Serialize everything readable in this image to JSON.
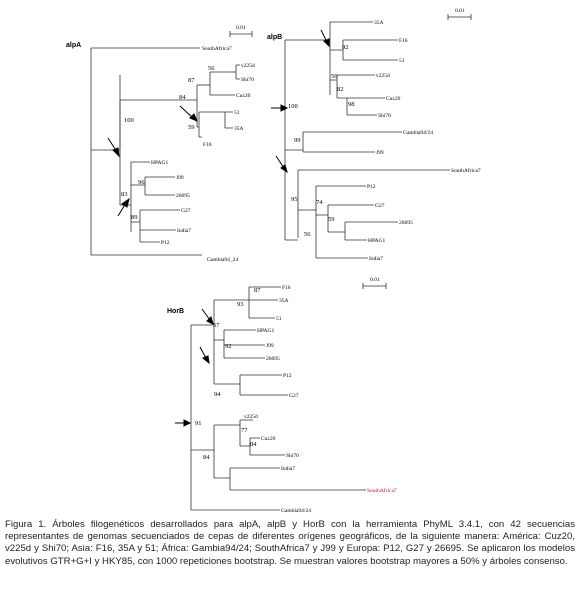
{
  "figure": {
    "caption": "Figura 1. Árboles filogenéticos desarrollados para alpA, alpB y HorB con la herramienta PhyML 3.4.1, con 42 secuencias representantes de genomas secuenciados de cepas de diferentes orígenes geográficos, de la siguiente manera: América: Cuz20, v225d y Shi70; Asia: F16, 35A y 51; África: Gambia94/24; SouthAfrica7 y J99 y Europa: P12, G27 y 26695. Se aplicaron los modelos evolutivos GTR+G+I y HKY85, con 1000 repeticiones bootstrap. Se muestran valores bootstrap mayores a 50% y árboles consenso."
  },
  "alpA": {
    "title": "alpA",
    "scale_label": "0.01",
    "leaves": [
      "SouthAfrica7",
      "v225d",
      "Shi70",
      "Cuz20",
      "51",
      "35A",
      "F16",
      "HPAG1",
      "J99",
      "26695",
      "G27",
      "India7",
      "P12",
      "Gambia94_24"
    ],
    "bootstrap": [
      "56",
      "87",
      "84",
      "100",
      "59",
      "96",
      "83",
      "89"
    ]
  },
  "alpB": {
    "title": "alpB",
    "scale_label_top": "0.01",
    "scale_label_bottom": "0.01",
    "leaves": [
      "35A",
      "F16",
      "51",
      "v225d",
      "Cuz20",
      "Shi70",
      "Gambia94/24",
      "J99",
      "SouthAfrica7",
      "P12",
      "G27",
      "26695",
      "HPAG1",
      "India7"
    ],
    "bootstrap": [
      "92",
      "56",
      "82",
      "98",
      "100",
      "99",
      "95",
      "74",
      "59",
      "56"
    ]
  },
  "horB": {
    "title": "HorB",
    "leaves": [
      "F16",
      "35A",
      "51",
      "HPAG1",
      "J99",
      "26695",
      "P12",
      "G27",
      "v225d",
      "Cuz20",
      "Shi70",
      "India7",
      "SouthAfrica7",
      "Gambia94/24"
    ],
    "bootstrap": [
      "87",
      "93",
      "57",
      "92",
      "94",
      "91",
      "77",
      "84",
      "84"
    ]
  },
  "colors": {
    "southafrica_highlight": "#b0203a"
  }
}
